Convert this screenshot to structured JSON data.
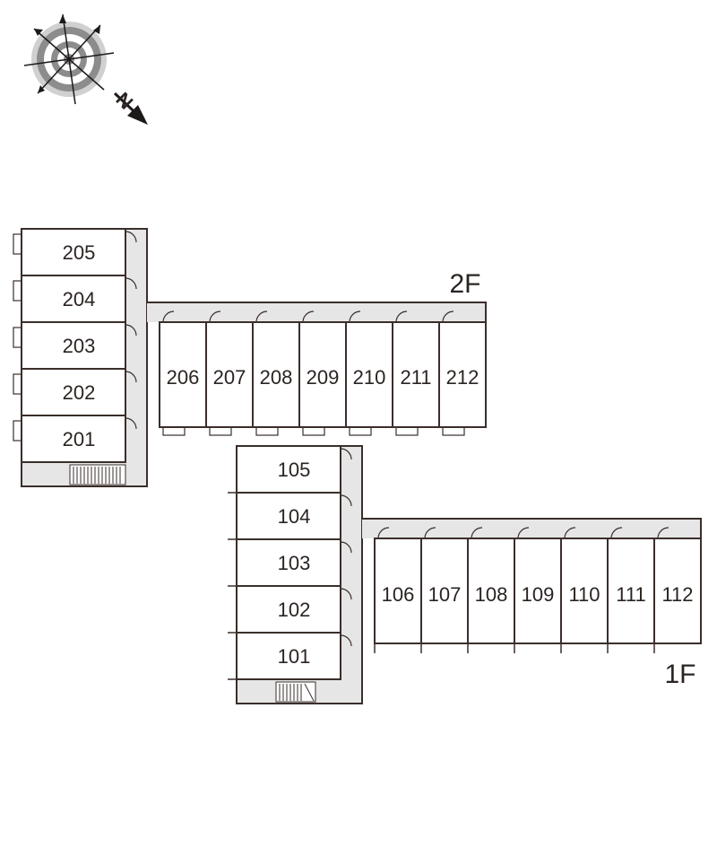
{
  "compass": {
    "icon": "compass-rose-icon",
    "north_label": "N"
  },
  "floor_2": {
    "label": "2F",
    "vertical_units": [
      "205",
      "204",
      "203",
      "202",
      "201"
    ],
    "horizontal_units": [
      "206",
      "207",
      "208",
      "209",
      "210",
      "211",
      "212"
    ]
  },
  "floor_1": {
    "label": "1F",
    "vertical_units": [
      "105",
      "104",
      "103",
      "102",
      "101"
    ],
    "horizontal_units": [
      "106",
      "107",
      "108",
      "109",
      "110",
      "111",
      "112"
    ]
  },
  "colors": {
    "wall": "#3a2e2b",
    "corridor": "#e6e6e6",
    "unit_fill": "#ffffff",
    "compass_ring_dark": "#8c8c8c",
    "compass_ring_light": "#d0d0d0"
  }
}
